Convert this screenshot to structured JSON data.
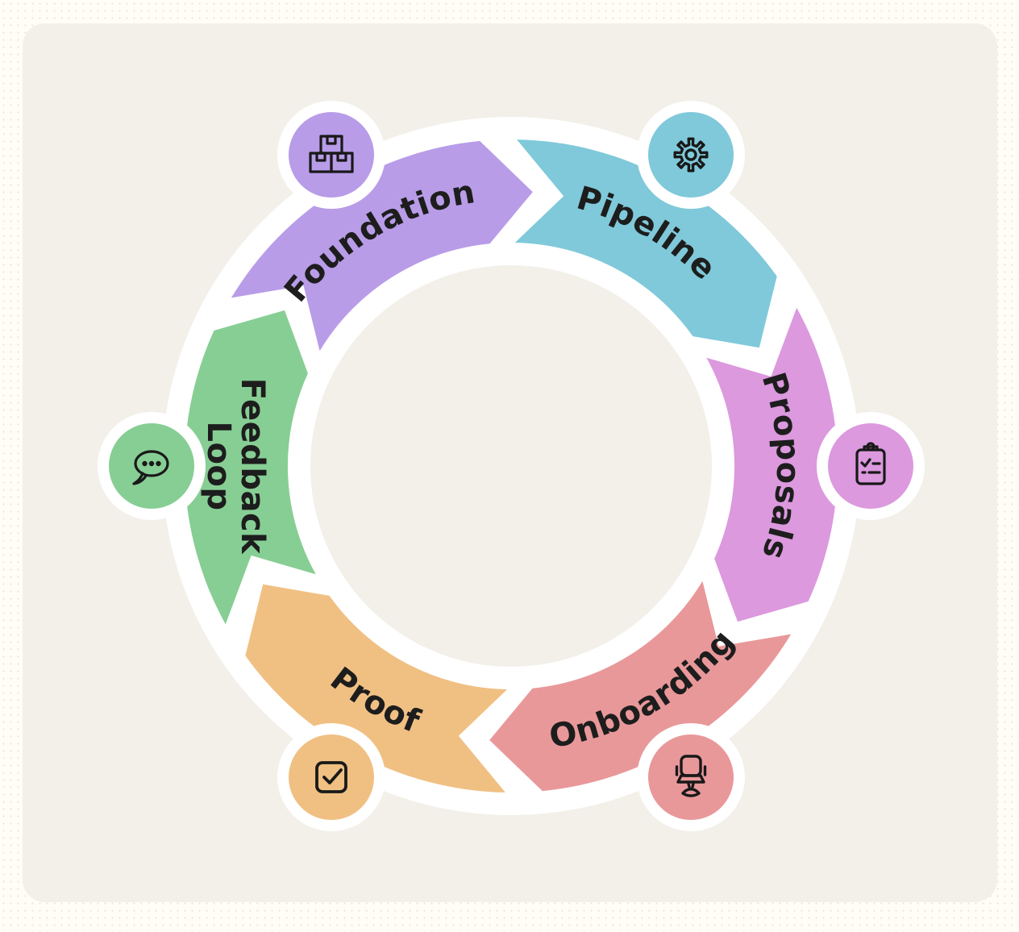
{
  "colors": {
    "page_bg": "#fffdf6",
    "card_bg": "#f2f0e9",
    "ring_white": "#ffffff",
    "icon_stroke": "#191919",
    "label_color": "#1d1d1d"
  },
  "diagram": {
    "type": "cycle-diagram",
    "direction": "clockwise",
    "segment_count": 6,
    "segments": [
      {
        "label": "Foundation",
        "color": "#b89ce8",
        "icon": "boxes-icon"
      },
      {
        "label": "Pipeline",
        "color": "#7fc9da",
        "icon": "gear-icon"
      },
      {
        "label": "Proposals",
        "color": "#dc99de",
        "icon": "clipboard-checklist-icon"
      },
      {
        "label": "Onboarding",
        "color": "#e9989a",
        "icon": "office-chair-icon"
      },
      {
        "label": "Proof",
        "color": "#f0c083",
        "icon": "checkbox-icon"
      },
      {
        "label": "Feedback Loop",
        "color": "#87ce94",
        "icon": "speech-bubble-icon"
      }
    ],
    "feedback_label": {
      "line1": "Feedback",
      "line2": "Loop"
    }
  }
}
